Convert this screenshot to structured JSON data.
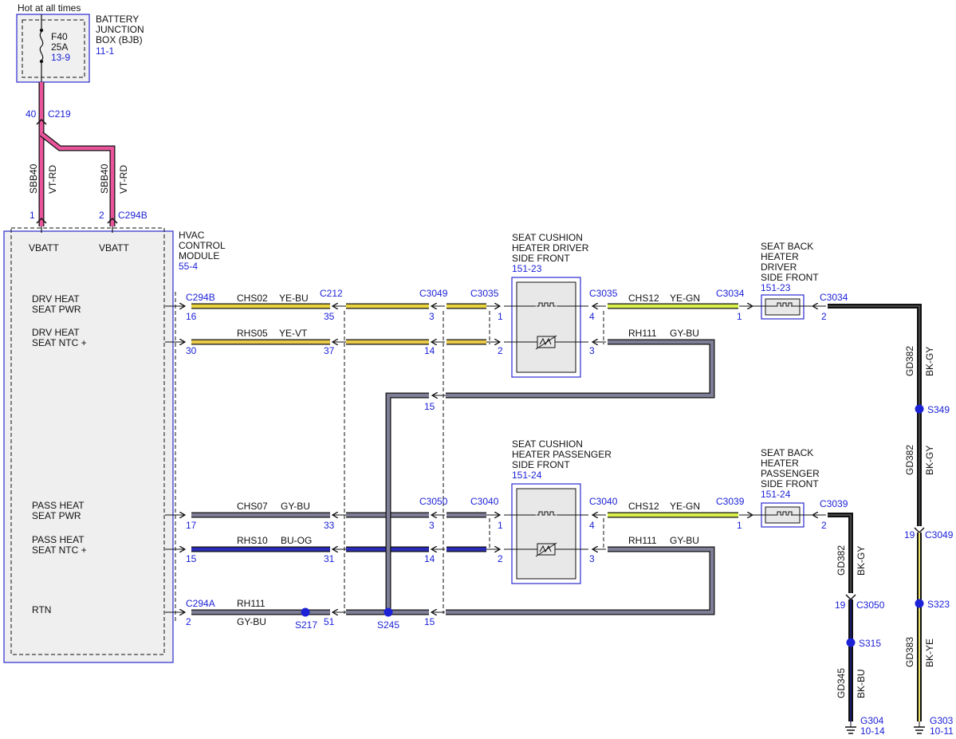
{
  "header": {
    "hot_label": "Hot at all times"
  },
  "colors": {
    "ref_blue": "#1c22d6",
    "box_border": "#2a2ad0",
    "module_fill": "#efefef",
    "vt_rd": "#e9549b",
    "ye_bu": "#e9d341",
    "ye_vt": "#e9c84a",
    "ye_gn": "#d9ef4b",
    "gy_bu": "#7e7e96",
    "bu_og": "#2a2ab8",
    "bk_gy": "#111111",
    "bk_bu": "#101040",
    "bk_ye": "#1a1a1a"
  },
  "icons": {
    "fuse": "fuse-icon",
    "heater_element": "heater-element-icon",
    "thermistor": "thermistor-icon",
    "splice": "splice-dot-icon",
    "ground": "ground-icon"
  },
  "bjb": {
    "title_line1": "BATTERY",
    "title_line2": "JUNCTION",
    "title_line3": "BOX (BJB)",
    "ref": "11-1",
    "fuse_name": "F40",
    "fuse_rating": "25A",
    "fuse_ref": "13-9"
  },
  "c219": {
    "connector": "C219",
    "pin": "40"
  },
  "wires_power": [
    {
      "circuit": "SBB40",
      "color": "VT-RD"
    },
    {
      "circuit": "SBB40",
      "color": "VT-RD"
    }
  ],
  "hvac": {
    "title_line1": "HVAC",
    "title_line2": "CONTROL",
    "title_line3": "MODULE",
    "ref": "55-4",
    "vbatt_1": "VBATT",
    "vbatt_2": "VBATT",
    "c294b": "C294B",
    "pin_vbatt_1": "1",
    "pin_vbatt_2": "2",
    "rows": [
      {
        "line1": "DRV HEAT",
        "line2": "SEAT PWR",
        "connector": "C294B",
        "pin": "16"
      },
      {
        "line1": "DRV HEAT",
        "line2": "SEAT NTC +",
        "pin": "30"
      },
      {
        "line1": "PASS HEAT",
        "line2": "SEAT PWR",
        "pin": "17"
      },
      {
        "line1": "PASS HEAT",
        "line2": "SEAT NTC +",
        "pin": "15"
      },
      {
        "line1": "RTN",
        "connector": "C294A",
        "pin": "2"
      }
    ]
  },
  "wires": {
    "chs02": {
      "circuit": "CHS02",
      "color": "YE-BU"
    },
    "rhs05": {
      "circuit": "RHS05",
      "color": "YE-VT"
    },
    "chs07": {
      "circuit": "CHS07",
      "color": "GY-BU"
    },
    "rhs10": {
      "circuit": "RHS10",
      "color": "BU-OG"
    },
    "rh111_rtn": {
      "circuit": "RH111",
      "color": "GY-BU"
    },
    "chs12_drv": {
      "circuit": "CHS12",
      "color": "YE-GN"
    },
    "rh111_drv": {
      "circuit": "RH111",
      "color": "GY-BU"
    },
    "chs12_pass": {
      "circuit": "CHS12",
      "color": "YE-GN"
    },
    "rh111_pass": {
      "circuit": "RH111",
      "color": "GY-BU"
    },
    "gd382_a": {
      "circuit": "GD382",
      "color": "BK-GY"
    },
    "gd382_b": {
      "circuit": "GD382",
      "color": "BK-GY"
    },
    "gd382_c": {
      "circuit": "GD382",
      "color": "BK-GY"
    },
    "gd383": {
      "circuit": "GD383",
      "color": "BK-YE"
    },
    "gd345": {
      "circuit": "GD345",
      "color": "BK-BU"
    }
  },
  "connectors": {
    "c212": "C212",
    "c3049": "C3049",
    "c3035": "C3035",
    "c3050": "C3050",
    "c3040": "C3040",
    "c3035_r": "C3035",
    "c3034_l": "C3034",
    "c3034_r": "C3034",
    "c3040_r": "C3040",
    "c3039_l": "C3039",
    "c3039_r": "C3039",
    "c3049_r": "C3049",
    "c3050_r": "C3050"
  },
  "pins": {
    "p35": "35",
    "p37": "37",
    "p33": "33",
    "p31": "31",
    "p51": "51",
    "p3a": "3",
    "p14a": "14",
    "p15a": "15",
    "p3b": "3",
    "p14b": "14",
    "p15b": "15",
    "p1a": "1",
    "p2a": "2",
    "p1b": "1",
    "p2b": "2",
    "p4a": "4",
    "p3c": "3",
    "p4b": "4",
    "p3d": "3",
    "p1c": "1",
    "p2c": "2",
    "p1d": "1",
    "p2d": "2",
    "p19a": "19",
    "p19b": "19"
  },
  "splices": {
    "s217": "S217",
    "s245": "S245",
    "s349": "S349",
    "s323": "S323",
    "s315": "S315"
  },
  "grounds": {
    "g304": {
      "name": "G304",
      "ref": "10-14"
    },
    "g303": {
      "name": "G303",
      "ref": "10-11"
    }
  },
  "components": {
    "cushion_drv": {
      "line1": "SEAT CUSHION",
      "line2": "HEATER DRIVER",
      "line3": "SIDE FRONT",
      "ref": "151-23"
    },
    "cushion_pass": {
      "line1": "SEAT CUSHION",
      "line2": "HEATER PASSENGER",
      "line3": "SIDE FRONT",
      "ref": "151-24"
    },
    "back_drv": {
      "line1": "SEAT BACK",
      "line2": "HEATER",
      "line3": "DRIVER",
      "line4": "SIDE FRONT",
      "ref": "151-23"
    },
    "back_pass": {
      "line1": "SEAT BACK",
      "line2": "HEATER",
      "line3": "PASSENGER",
      "line4": "SIDE FRONT",
      "ref": "151-24"
    }
  }
}
